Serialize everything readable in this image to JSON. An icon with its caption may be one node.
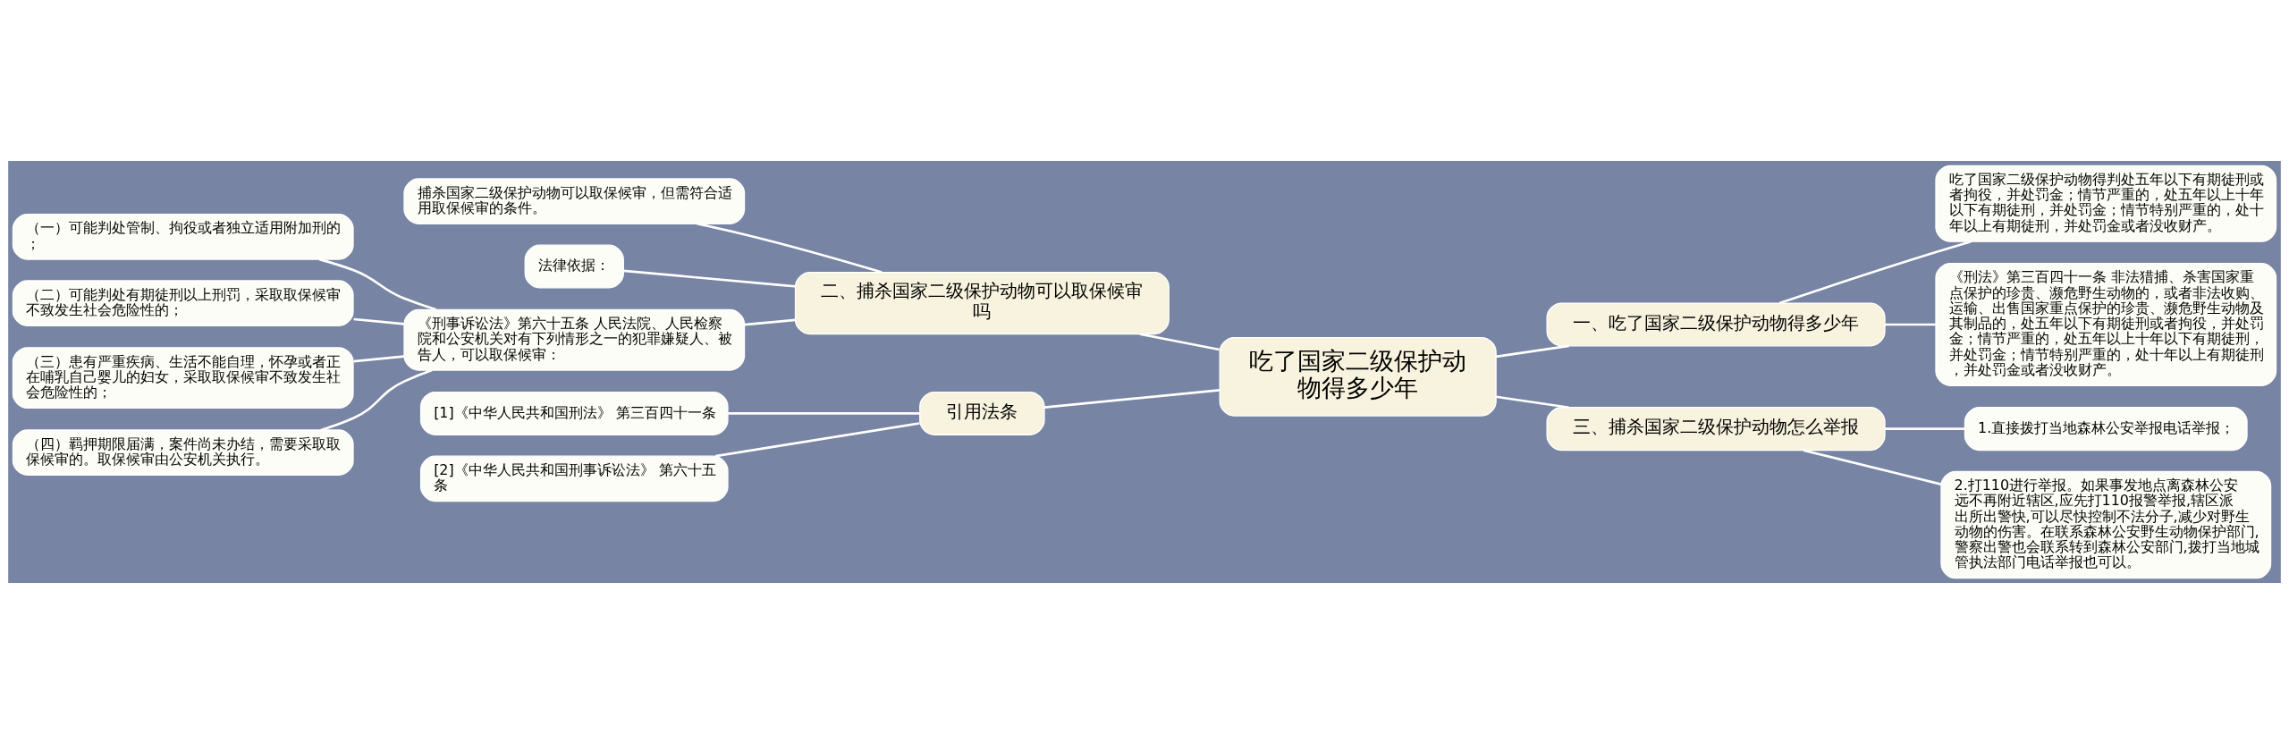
{
  "diagram": {
    "nodes": [
      {
        "text": [
          "吃了国家二级保护动物得多少年"
        ]
      },
      {
        "text": [
          "一、吃了国家二级保护动物得多少年"
        ]
      },
      {
        "text": [
          "吃了国家二级保护动物得判处五年以下有期徒刑或者拘役，并处罚金；情节严重的，处五年以上十年以下有期徒刑，并处罚金；情节特别严重的，处十年以上有期徒刑，并处罚金或者没收财产。"
        ]
      },
      {
        "text": [
          "《刑法》第三百四十一条 非法猎捕、杀害国家重点保护的珍贵、濒危野生动物的，或者非法收购、运输、出售国家重点保护的珍贵、濒危野生动物及其制品的，处五年以下有期徒刑或者拘役，并处罚金；情节严重的，处五年以上十年以下有期徒刑，并处罚金；情节特别严重的，处十年以上有期徒刑，并处罚金或者没收财产。"
        ]
      },
      {
        "text": [
          "二、捕杀国家二级保护动物可以取保候审吗"
        ]
      },
      {
        "text": [
          "捕杀国家二级保护动物可以取保候审，但需符合适用取保候审的条件。"
        ]
      },
      {
        "text": [
          "法律依据："
        ]
      },
      {
        "text": [
          "《刑事诉讼法》第六十五条 人民法院、人民检察院和公安机关对有下列情形之一的犯罪嫌疑人、被告人，可以取保候审："
        ]
      },
      {
        "text": [
          "（一）可能判处管制、拘役或者独立适用附加刑的；"
        ]
      },
      {
        "text": [
          "（二）可能判处有期徒刑以上刑罚，采取取保候审不致发生社会危险性的；"
        ]
      },
      {
        "text": [
          "（三）患有严重疾病、生活不能自理，怀孕或者正在哺乳自己婴儿的妇女，采取取保候审不致发生社会危险性的；"
        ]
      },
      {
        "text": [
          "（四）羁押期限届满，案件尚未办结，需要采取取保候审的。取保候审由公安机关执行。"
        ]
      },
      {
        "text": [
          "三、捕杀国家二级保护动物怎么举报"
        ]
      },
      {
        "text": [
          "1.直接拨打当地森林公安举报电话举报；"
        ]
      },
      {
        "text": [
          "2.打110进行举报。如果事发地点离森林公安远不再附近辖区,应先打110报警举报,辖区派出所出警快,可以尽快控制不法分子,减少对野生动物的伤害。在联系森林公安野生动物保护部门,警察出警也会联系转到森林公安部门,拨打当地城管执法部门电话举报也可以。"
        ]
      },
      {
        "text": [
          "引用法条"
        ]
      },
      {
        "text": [
          "[1]《中华人民共和国刑法》 第三百四十一条"
        ]
      },
      {
        "text": [
          "[2]《中华人民共和国刑事诉讼法》 第六十五条"
        ]
      }
    ],
    "edges": [
      {
        "from": 0,
        "to": 1,
        "arrow": "none"
      },
      {
        "from": 1,
        "to": 2,
        "arrow": "none"
      },
      {
        "from": 1,
        "to": 3,
        "arrow": "none"
      },
      {
        "from": 0,
        "to": 4,
        "arrow": "none"
      },
      {
        "from": 4,
        "to": 5,
        "arrow": "none"
      },
      {
        "from": 4,
        "to": 6,
        "arrow": "none"
      },
      {
        "from": 4,
        "to": 7,
        "arrow": "none"
      },
      {
        "from": 7,
        "to": 8,
        "arrow": "none"
      },
      {
        "from": 7,
        "to": 9,
        "arrow": "none"
      },
      {
        "from": 7,
        "to": 10,
        "arrow": "none"
      },
      {
        "from": 7,
        "to": 11,
        "arrow": "none"
      },
      {
        "from": 0,
        "to": 12,
        "arrow": "none"
      },
      {
        "from": 12,
        "to": 13,
        "arrow": "none"
      },
      {
        "from": 12,
        "to": 14,
        "arrow": "none"
      },
      {
        "from": 0,
        "to": 15,
        "arrow": "none"
      },
      {
        "from": 15,
        "to": 16,
        "arrow": "none"
      },
      {
        "from": 15,
        "to": 17,
        "arrow": "none"
      }
    ]
  }
}
